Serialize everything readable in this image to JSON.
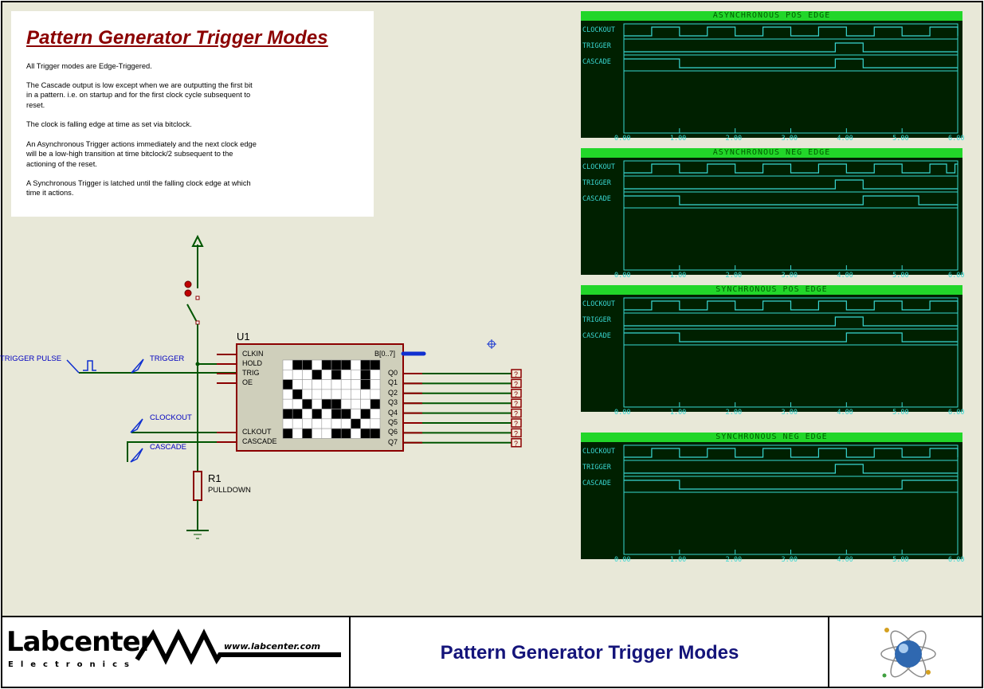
{
  "note": {
    "title": "Pattern Generator Trigger Modes",
    "paragraphs": [
      "All Trigger modes are Edge-Triggered.",
      "The Cascade output is low except when we are outputting the first bit in a pattern. i.e. on startup and for the first clock cycle subsequent to reset.",
      "The clock is falling edge at time as set via bitclock.",
      "An Asynchronous Trigger actions immediately and the next clock edge will be a low-high transition at time bitclock/2 subsequent to the actioning of the reset.",
      "A Synchronous Trigger is latched until the falling clock edge at which time it actions."
    ]
  },
  "schematic": {
    "component_ref": "U1",
    "pins_left": [
      "CLKIN",
      "HOLD",
      "TRIG",
      "OE"
    ],
    "pins_left_bottom": [
      "CLKOUT",
      "CASCADE"
    ],
    "bus_label": "B[0..7]",
    "outputs": [
      "Q0",
      "Q1",
      "Q2",
      "Q3",
      "Q4",
      "Q5",
      "Q6",
      "Q7"
    ],
    "pattern_grid": [
      [
        0,
        1,
        1,
        0,
        1,
        1,
        1,
        0,
        1,
        1
      ],
      [
        0,
        0,
        0,
        1,
        0,
        1,
        0,
        0,
        1,
        0
      ],
      [
        1,
        0,
        0,
        0,
        0,
        0,
        0,
        0,
        1,
        0
      ],
      [
        0,
        1,
        0,
        0,
        0,
        0,
        0,
        0,
        0,
        0
      ],
      [
        0,
        0,
        1,
        0,
        1,
        1,
        0,
        0,
        0,
        1
      ],
      [
        1,
        1,
        0,
        1,
        0,
        1,
        1,
        0,
        1,
        0
      ],
      [
        0,
        0,
        0,
        0,
        0,
        0,
        0,
        1,
        0,
        0
      ],
      [
        1,
        0,
        1,
        0,
        0,
        1,
        1,
        0,
        1,
        1
      ]
    ],
    "trigger_pulse_label": "TRIGGER PULSE",
    "trigger_label": "TRIGGER",
    "clockout_label": "CLOCKOUT",
    "cascade_label": "CASCADE",
    "resistor_ref": "R1",
    "resistor_value": "PULLDOWN",
    "probe_marker": "?"
  },
  "scopes": [
    {
      "title": "ASYNCHRONOUS POS EDGE",
      "signals": [
        {
          "name": "CLOCKOUT",
          "edges": [
            0.5,
            1.0,
            1.5,
            2.0,
            2.5,
            3.0,
            3.5,
            4.0,
            4.5,
            5.0,
            5.5,
            6.0
          ],
          "start": 0
        },
        {
          "name": "TRIGGER",
          "edges": [
            3.8,
            4.3
          ],
          "start": 0
        },
        {
          "name": "CASCADE",
          "edges": [
            1.0,
            3.8,
            4.3
          ],
          "start": 1
        }
      ]
    },
    {
      "title": "ASYNCHRONOUS NEG EDGE",
      "signals": [
        {
          "name": "CLOCKOUT",
          "edges": [
            0.5,
            1.0,
            1.5,
            2.0,
            2.5,
            3.0,
            3.5,
            4.0,
            4.5,
            5.0,
            5.5,
            5.8,
            5.95
          ],
          "start": 0
        },
        {
          "name": "TRIGGER",
          "edges": [
            3.8,
            4.3
          ],
          "start": 0
        },
        {
          "name": "CASCADE",
          "edges": [
            1.0,
            4.3,
            5.3
          ],
          "start": 1
        }
      ]
    },
    {
      "title": "SYNCHRONOUS POS EDGE",
      "signals": [
        {
          "name": "CLOCKOUT",
          "edges": [
            0.5,
            1.0,
            1.5,
            2.0,
            2.5,
            3.0,
            3.5,
            4.0,
            4.5,
            5.0,
            5.5,
            6.0
          ],
          "start": 0
        },
        {
          "name": "TRIGGER",
          "edges": [
            3.8,
            4.3
          ],
          "start": 0
        },
        {
          "name": "CASCADE",
          "edges": [
            1.0,
            4.0,
            5.0
          ],
          "start": 1
        }
      ]
    },
    {
      "title": "SYNCHRONOUS NEG EDGE",
      "signals": [
        {
          "name": "CLOCKOUT",
          "edges": [
            0.5,
            1.0,
            1.5,
            2.0,
            2.5,
            3.0,
            3.5,
            4.0,
            4.5,
            5.0,
            5.5,
            6.0
          ],
          "start": 0
        },
        {
          "name": "TRIGGER",
          "edges": [
            3.8,
            4.3
          ],
          "start": 0
        },
        {
          "name": "CASCADE",
          "edges": [
            1.0,
            5.0
          ],
          "start": 1
        }
      ]
    }
  ],
  "scope_axis": {
    "ticks": [
      "0.00",
      "1.00",
      "2.00",
      "3.00",
      "4.00",
      "5.00",
      "6.00"
    ],
    "xlim": [
      0,
      6
    ]
  },
  "footer": {
    "logo_name": "Labcenter",
    "logo_sub": "Electronics",
    "logo_url": "www.labcenter.com",
    "title": "Pattern Generator Trigger Modes"
  },
  "colors": {
    "sheet": "#e8e8d8",
    "wire": "#005500",
    "pin": "#8b0000",
    "label": "#0000c0",
    "scope_bg": "#002000",
    "scope_title": "#22d629",
    "trace": "#39d7d2"
  }
}
